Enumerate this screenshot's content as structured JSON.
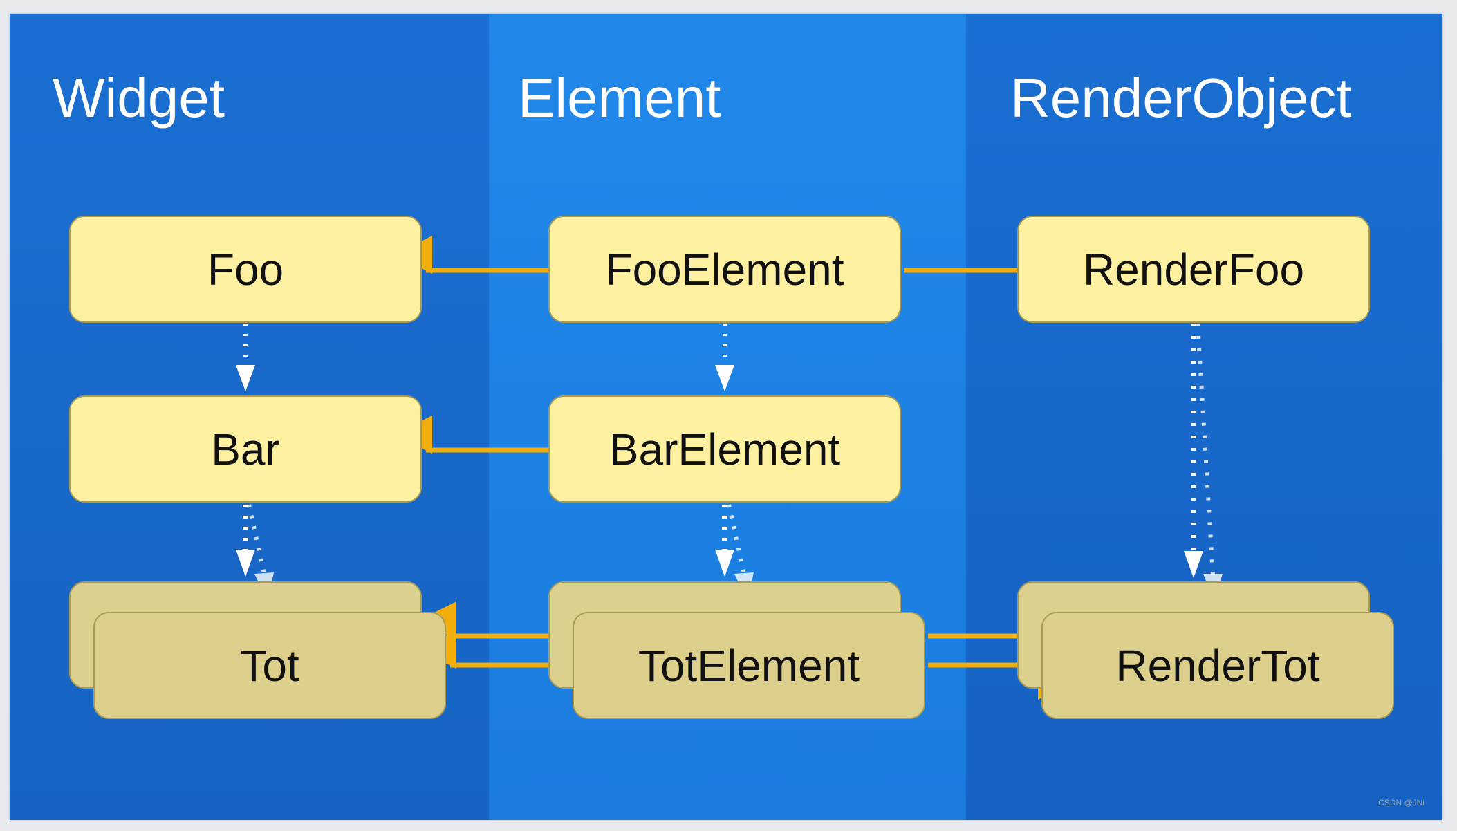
{
  "headings": {
    "widget": "Widget",
    "element": "Element",
    "render_object": "RenderObject"
  },
  "widget_tree": [
    "Foo",
    "Bar",
    "Tot"
  ],
  "element_tree": [
    "FooElement",
    "BarElement",
    "TotElement"
  ],
  "render_tree": [
    "RenderFoo",
    "RenderTot"
  ],
  "colors": {
    "background_left": "#1b6fd2",
    "background_middle": "#2188ea",
    "background_right": "#1a6fd2",
    "box_fill": "#fdf0a0",
    "box_border": "#a89b55",
    "arrow": "#f2ae0c",
    "dotted_arrow": "#ffffff"
  },
  "watermark": "CSDN @JNi"
}
